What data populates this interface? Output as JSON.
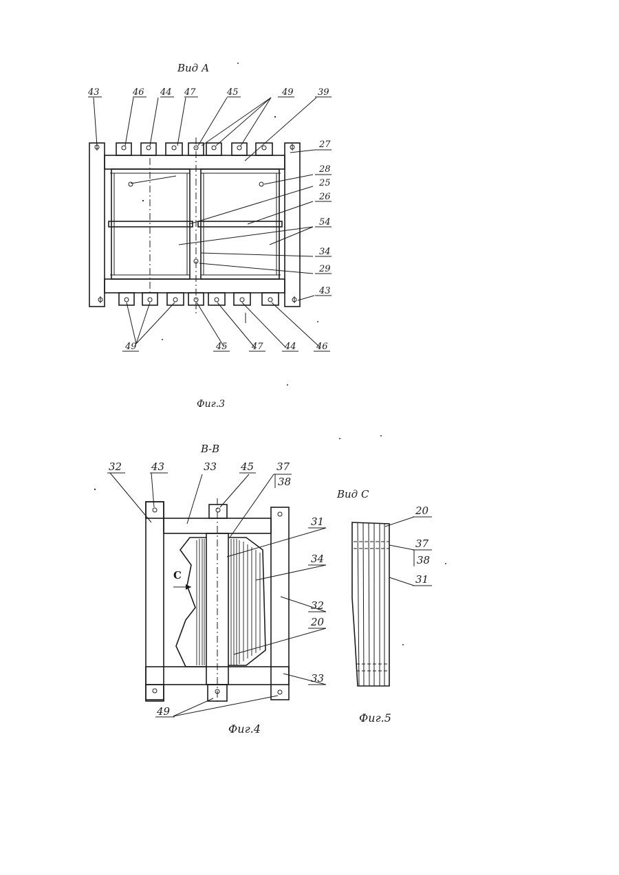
{
  "figure3": {
    "view_title": "Вид А",
    "caption": "Фиг.3",
    "labels": {
      "l43a": "43",
      "l46a": "46",
      "l44a": "44",
      "l47a": "47",
      "l45a": "45",
      "l49a": "49",
      "l39": "39",
      "l27": "27",
      "l28": "28",
      "l25": "25",
      "l26": "26",
      "l54": "54",
      "l34": "34",
      "l29": "29",
      "l43b": "43",
      "l49b": "49",
      "l45b": "45",
      "l47b": "47",
      "l44b": "44",
      "l46b": "46"
    }
  },
  "figure4": {
    "view_title": "В-В",
    "caption": "Фиг.4",
    "labels": {
      "l32a": "32",
      "l43": "43",
      "l33a": "33",
      "l45": "45",
      "l37": "37",
      "l38": "38",
      "lC": "С",
      "l31": "31",
      "l34": "34",
      "l32b": "32",
      "l20": "20",
      "l33b": "33",
      "l49": "49"
    }
  },
  "figure5": {
    "view_title": "Вид С",
    "caption": "Фиг.5",
    "labels": {
      "l20": "20",
      "l37": "37",
      "l38": "38",
      "l31": "31"
    }
  }
}
